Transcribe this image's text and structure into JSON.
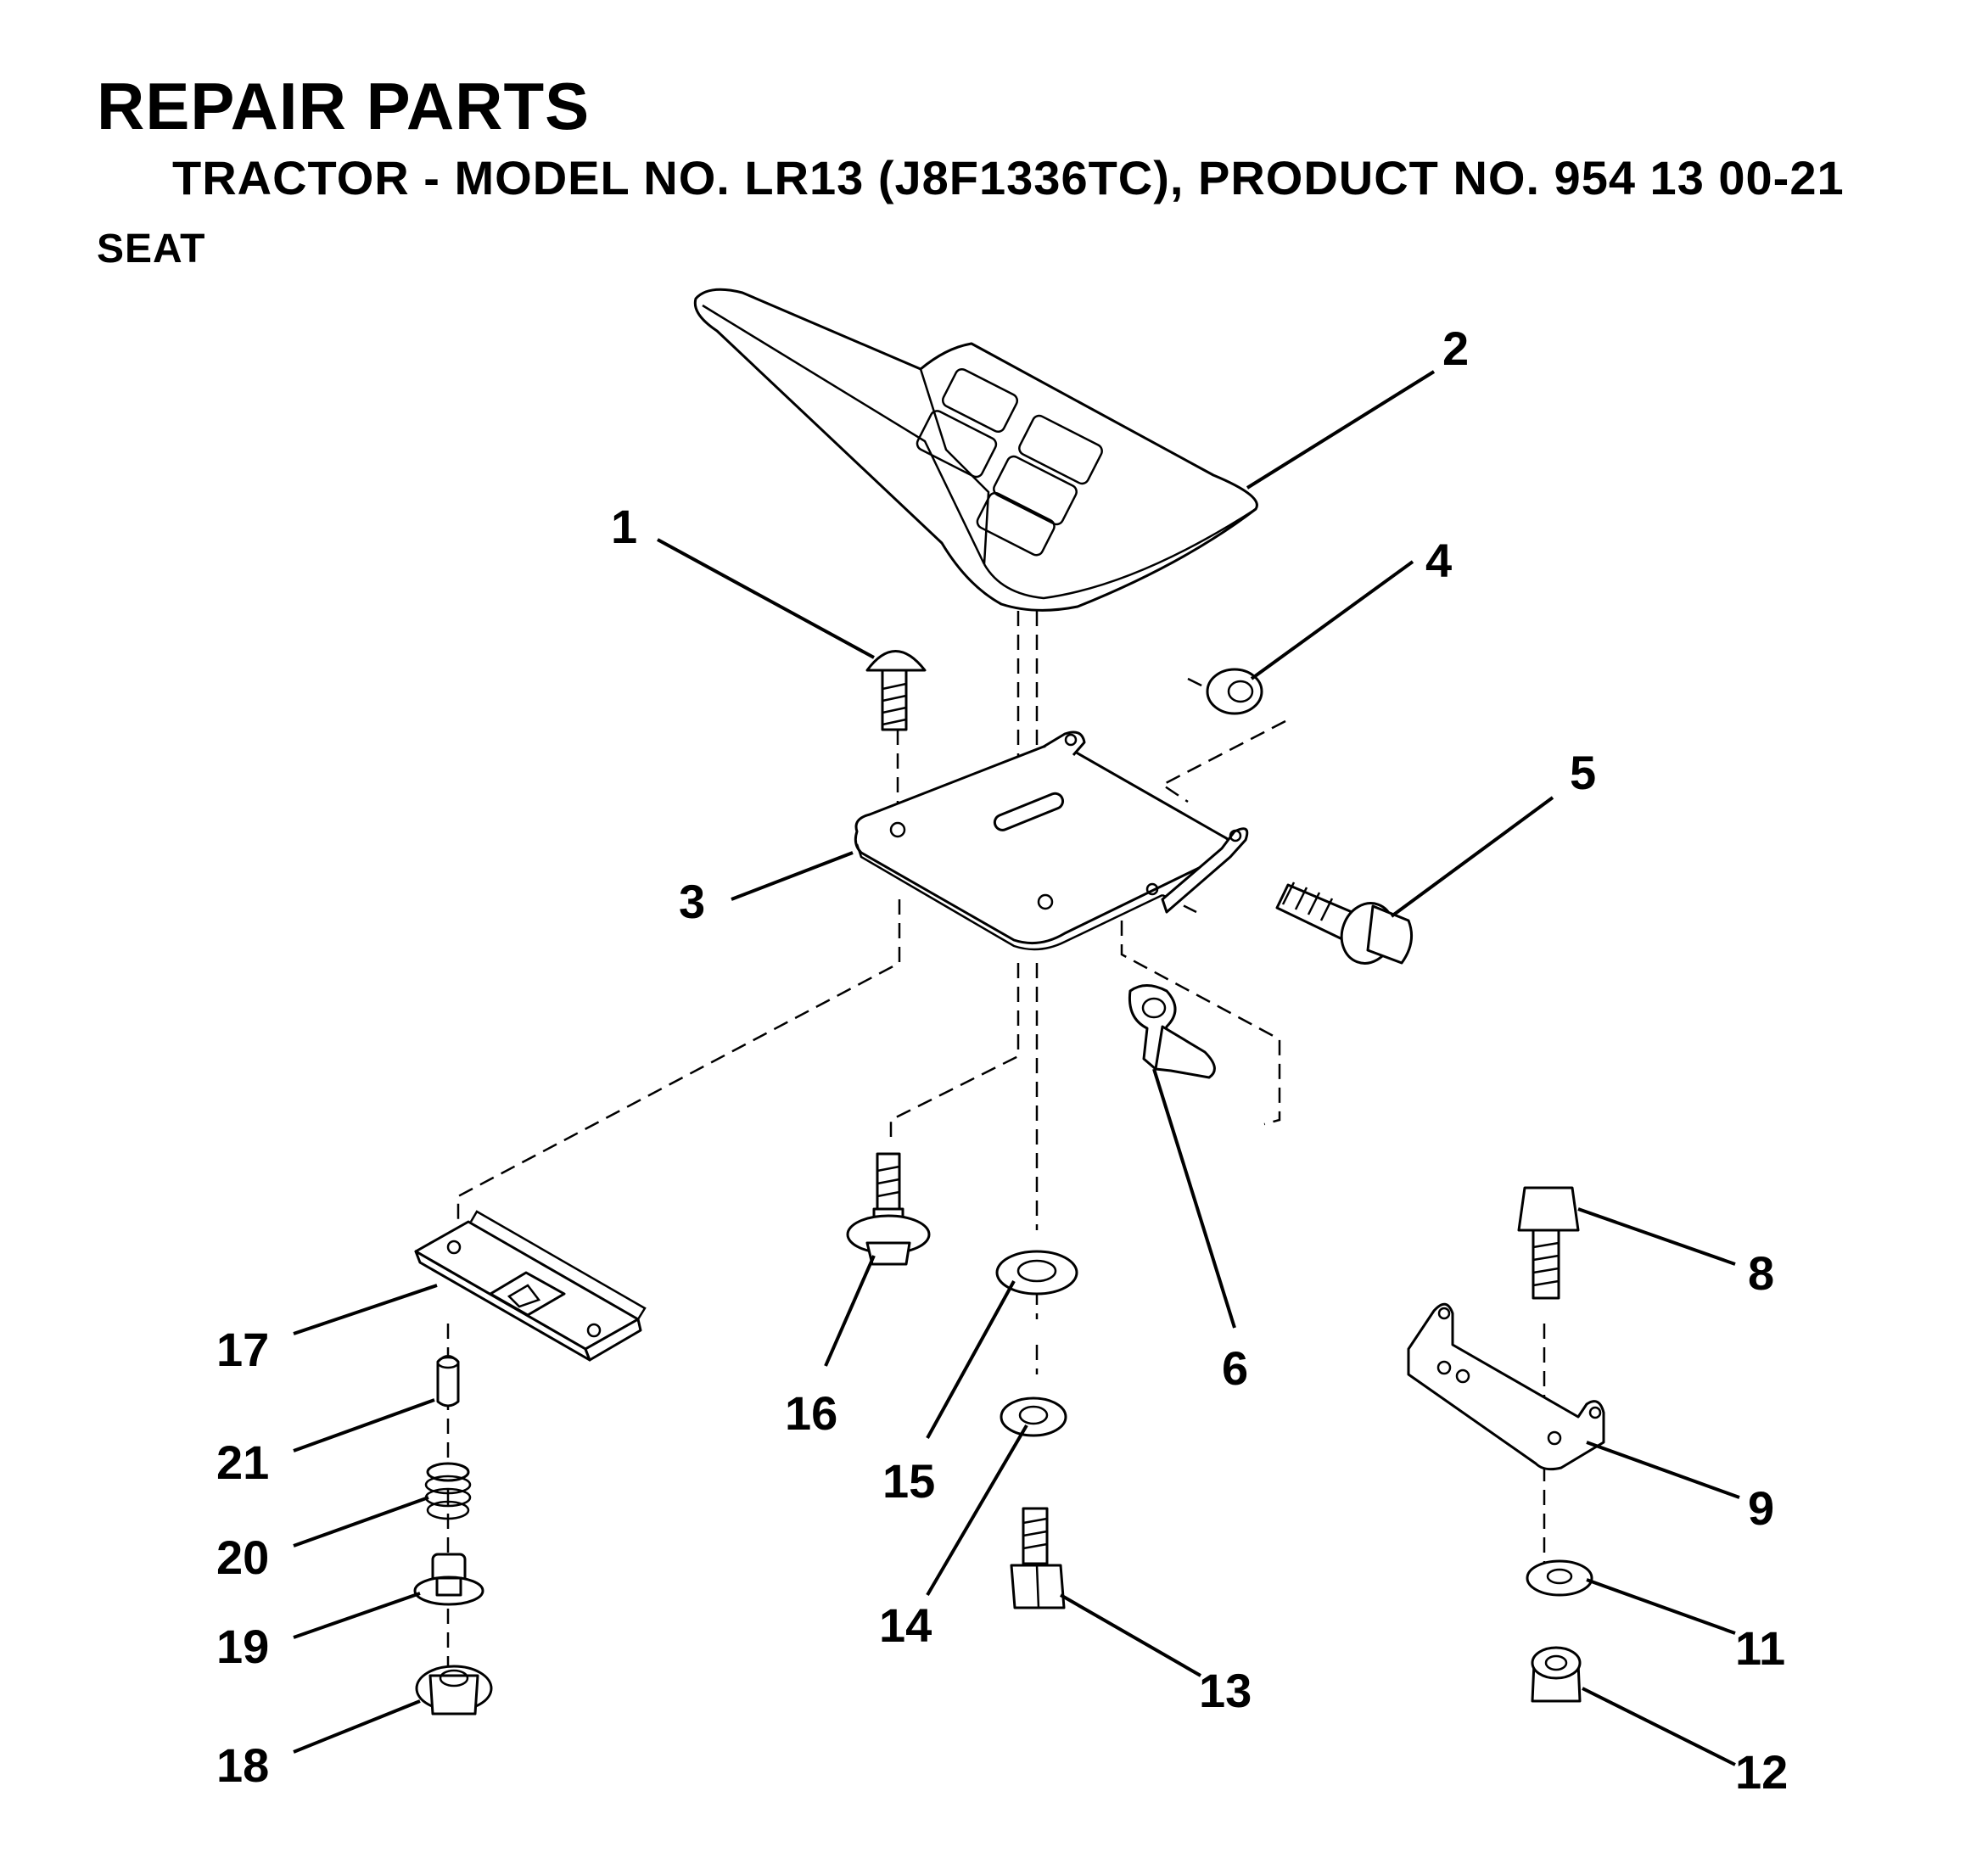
{
  "header": {
    "title": "REPAIR PARTS",
    "subtitle": "TRACTOR - MODEL NO. LR13 (J8F1336TC), PRODUCT NO. 954 13 00-21",
    "section": "SEAT"
  },
  "callouts": {
    "c1": "1",
    "c2": "2",
    "c3": "3",
    "c4": "4",
    "c5": "5",
    "c6": "6",
    "c8": "8",
    "c9": "9",
    "c11": "11",
    "c12": "12",
    "c13": "13",
    "c14": "14",
    "c15": "15",
    "c16": "16",
    "c17": "17",
    "c18": "18",
    "c19": "19",
    "c20": "20",
    "c21": "21"
  }
}
